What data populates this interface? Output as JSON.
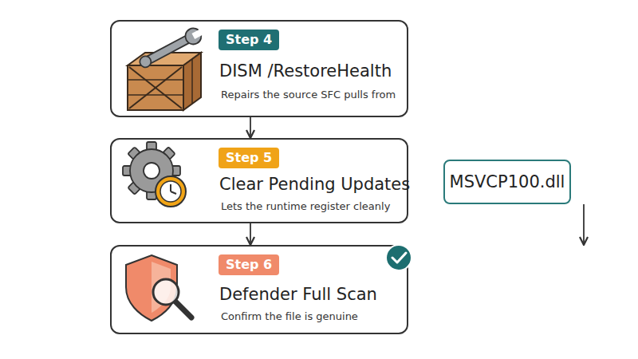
{
  "diagram": {
    "nodes": [
      {
        "text": [
          "Step 4",
          "DISM /RestoreHealth",
          "Repairs the source SFC pulls from"
        ]
      },
      {
        "text": [
          "Step 5",
          "Clear Pending Updates",
          "Lets the runtime register cleanly"
        ]
      },
      {
        "text": [
          "Step 6",
          "Defender Full Scan",
          "Confirm the file is genuine"
        ]
      },
      {
        "text": [
          "MSVCP100.dll"
        ]
      }
    ],
    "edges": [
      {
        "from": 0,
        "to": 1,
        "arrow": "to"
      },
      {
        "from": 1,
        "to": 2,
        "arrow": "to"
      },
      {
        "from": 3,
        "to": 2,
        "arrow": "to"
      }
    ]
  }
}
